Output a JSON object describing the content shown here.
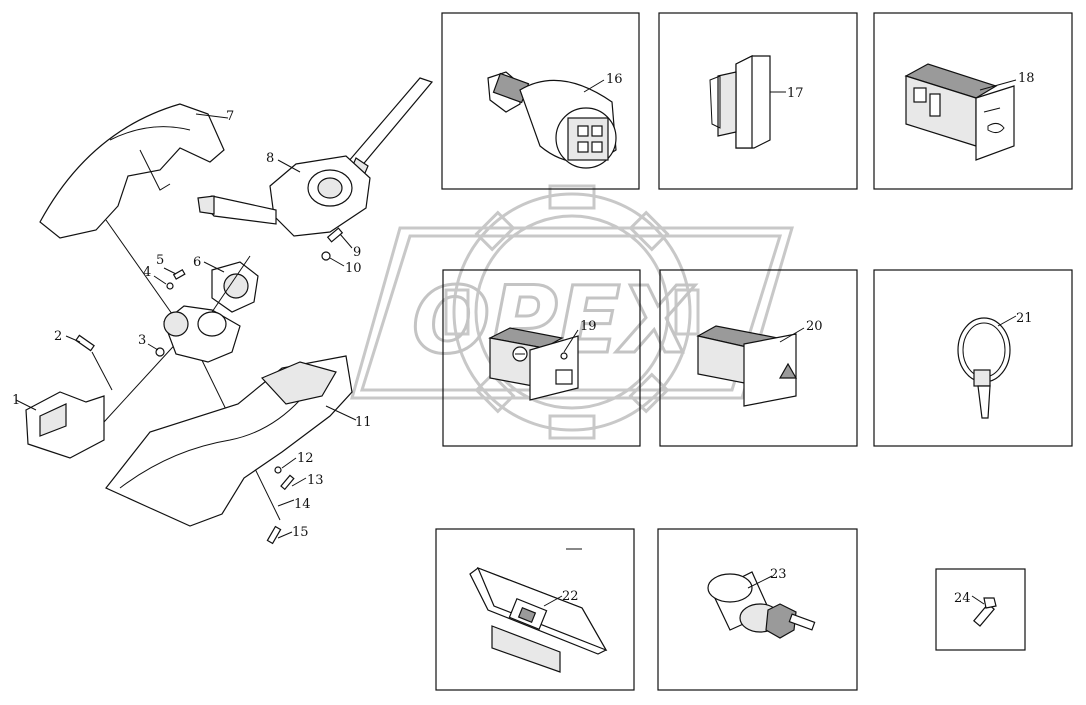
{
  "watermark": {
    "text": "OPEX"
  },
  "parts": [
    "1",
    "2",
    "3",
    "4",
    "5",
    "6",
    "7",
    "8",
    "9",
    "10",
    "11",
    "12",
    "13",
    "14",
    "15",
    "16",
    "17",
    "18",
    "19",
    "20",
    "21",
    "22",
    "23",
    "24"
  ],
  "colors": {
    "line": "#111111",
    "watermark": "#c4c4c4",
    "background": "#ffffff"
  }
}
